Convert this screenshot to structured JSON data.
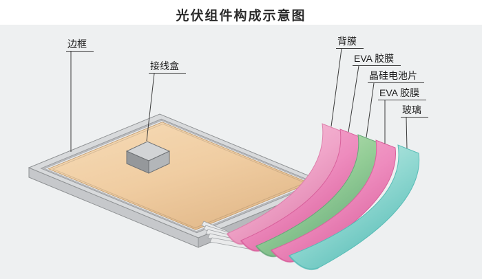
{
  "title": "光伏组件构成示意图",
  "labels": {
    "frame": "边框",
    "junction_box": "接线盒",
    "backsheet": "背膜",
    "eva_film_top": "EVA 胶膜",
    "silicon_cell": "晶硅电池片",
    "eva_film_bottom": "EVA 胶膜",
    "glass": "玻璃"
  },
  "colors": {
    "background": "#eef0f1",
    "line": "#3a3a3a",
    "frame_top": "#d8dadc",
    "frame_side_left": "#c6c8cb",
    "frame_side_right": "#b7b9bc",
    "frame_groove": "#b9bbbe",
    "frame_lip": "#e6e7e9",
    "strip": "#e9eaeb",
    "panel_light": "#f6dcb8",
    "panel": "#f0cda2",
    "panel_dark": "#e2b98a",
    "box_top": "#d2d4d6",
    "box_left": "#95989b",
    "box_right": "#b3b6b9",
    "backsheet_light": "#f7cadd",
    "backsheet": "#f0a5c9",
    "backsheet_dark": "#dd7fab",
    "eva_light": "#f6b5d3",
    "eva": "#ee8cbe",
    "eva_dark": "#d9619c",
    "cell_light": "#cfe9c6",
    "cell": "#93cd96",
    "cell_dark": "#67a87a",
    "glass_light": "#d8f2ec",
    "glass": "#90d8d1",
    "glass_dark": "#57bcb6"
  }
}
